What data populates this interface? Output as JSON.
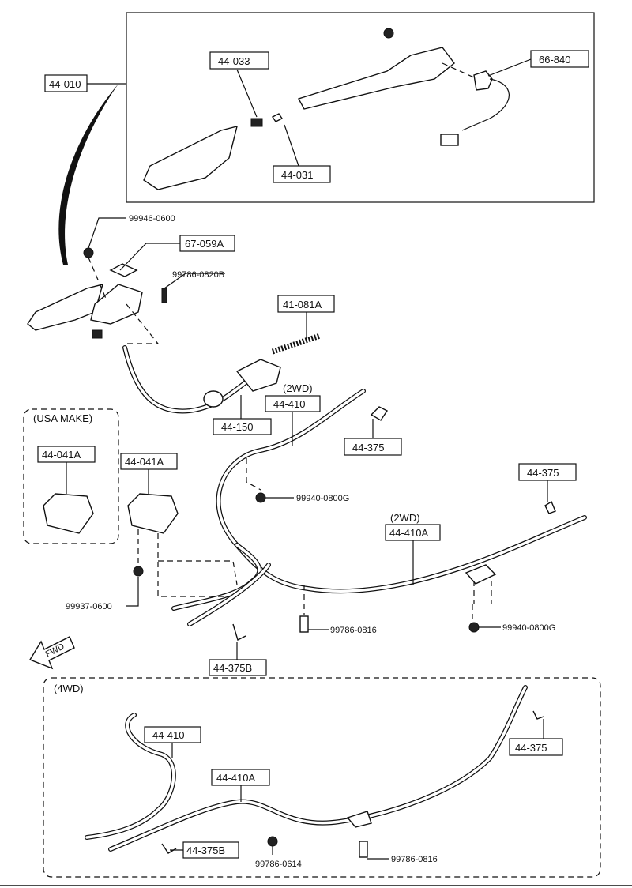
{
  "title_groups": {
    "usa_make": "(USA MAKE)",
    "twd_1": "(2WD)",
    "twd_2": "(2WD)",
    "fwd": "(4WD)"
  },
  "fwd_arrow": "FWD",
  "labels": {
    "l44_010": "44-010",
    "l44_033": "44-033",
    "l66_840": "66-840",
    "l44_031": "44-031",
    "l99946_0600": "99946-0600",
    "l67_059A": "67-059A",
    "l99786_0820B": "99786-0820B",
    "l41_081A": "41-081A",
    "l44_410_a": "44-410",
    "l44_150": "44-150",
    "l44_375_a": "44-375",
    "l44_041A_a": "44-041A",
    "l44_041A_b": "44-041A",
    "l44_375_b": "44-375",
    "l99940_0800G_a": "99940-0800G",
    "l44_410A_a": "44-410A",
    "l99937_0600": "99937-0600",
    "l99786_0816_a": "99786-0816",
    "l99940_0800G_b": "99940-0800G",
    "l44_375B_a": "44-375B",
    "l44_410_b": "44-410",
    "l44_375_c": "44-375",
    "l44_410A_b": "44-410A",
    "l44_375B_b": "44-375B",
    "l99786_0614": "99786-0614",
    "l99786_0816_b": "99786-0816"
  }
}
